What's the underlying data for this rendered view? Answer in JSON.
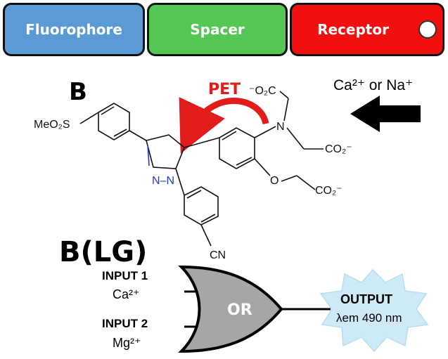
{
  "modules": {
    "fluorophore": "Fluorophore",
    "spacer": "Spacer",
    "receptor": "Receptor"
  },
  "panel_b": {
    "label": "B",
    "pet": "PET",
    "ion": "Ca²⁺ or Na⁺",
    "mesyl": "MeO₂S",
    "n": "N",
    "nn": "N–N",
    "o": "O",
    "cn": "CN",
    "co2_top": "⁻O₂C",
    "co2_right": "CO₂⁻",
    "co2_bottom": "CO₂⁻"
  },
  "panel_lg": {
    "label": "B(LG)",
    "input1_title": "INPUT 1",
    "input1_value": "Ca²⁺",
    "input2_title": "INPUT 2",
    "input2_value": "Mg²⁺",
    "gate": "OR",
    "output_title": "OUTPUT",
    "output_value": "λem 490 nm"
  },
  "colors": {
    "fluorophore": "#5b9bd5",
    "spacer": "#53c653",
    "receptor": "#f20f0f",
    "gate_fill": "#a6a6a6",
    "output_burst": "#cfeaf7"
  }
}
